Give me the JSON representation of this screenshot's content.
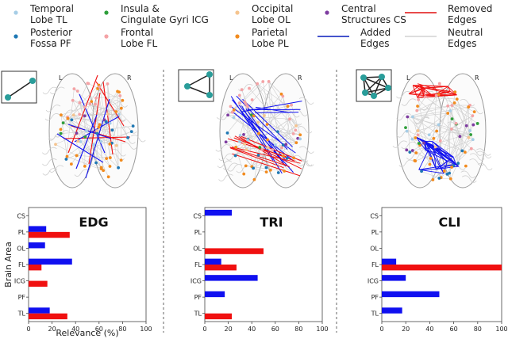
{
  "legend": {
    "items": [
      {
        "label_1": "Temporal",
        "label_2": "Lobe TL",
        "color": "#a6cde6",
        "kind": "dot"
      },
      {
        "label_1": "Insula &",
        "label_2": "Cingulate Gyri ICG",
        "color": "#2e9e3a",
        "kind": "dot"
      },
      {
        "label_1": "Occipital",
        "label_2": "Lobe OL",
        "color": "#f5c48f",
        "kind": "dot"
      },
      {
        "label_1": "Central",
        "label_2": "Structures CS",
        "color": "#7e3ca0",
        "kind": "dot"
      },
      {
        "label_1": "Removed",
        "label_2": "Edges",
        "color": "#e53030",
        "kind": "line"
      },
      {
        "label_1": "Posterior",
        "label_2": "Fossa PF",
        "color": "#1f78b4",
        "kind": "dot"
      },
      {
        "label_1": "Frontal",
        "label_2": "Lobe FL",
        "color": "#f4a3a6",
        "kind": "dot"
      },
      {
        "label_1": "Parietal",
        "label_2": "Lobe PL",
        "color": "#f28b1e",
        "kind": "dot"
      },
      {
        "label_1": "Added",
        "label_2": "Edges",
        "color": "#2b3cc4",
        "kind": "line"
      },
      {
        "label_1": "Neutral",
        "label_2": "Edges",
        "color": "#d8d8d8",
        "kind": "line"
      }
    ]
  },
  "brain_side_labels": {
    "left": "L",
    "right": "R"
  },
  "colors": {
    "added": "#1010f0",
    "removed": "#f01010",
    "motif": "#2a9d9a"
  },
  "chart_data": [
    {
      "type": "bar",
      "title": "EDG",
      "motif": "edge",
      "categories": [
        "TL",
        "PF",
        "ICG",
        "FL",
        "OL",
        "PL",
        "CS"
      ],
      "series": [
        {
          "color": "#1010f0",
          "values": [
            18,
            0,
            0,
            37,
            14,
            15,
            0
          ]
        },
        {
          "color": "#f01010",
          "values": [
            33,
            0,
            16,
            11,
            0,
            35,
            0
          ]
        }
      ],
      "xlim": [
        0,
        100
      ],
      "xticks": [
        "0",
        "20",
        "40",
        "60",
        "80",
        "100"
      ],
      "xlabel": "Relevance (%)",
      "ylabel": "Brain Area"
    },
    {
      "type": "bar",
      "title": "TRI",
      "motif": "triangle",
      "categories": [
        "TL",
        "PF",
        "ICG",
        "FL",
        "OL",
        "PL",
        "CS"
      ],
      "series": [
        {
          "color": "#1010f0",
          "values": [
            0,
            17,
            45,
            14,
            0,
            0,
            23
          ]
        },
        {
          "color": "#f01010",
          "values": [
            23,
            0,
            0,
            27,
            50,
            0,
            0
          ]
        }
      ],
      "xlim": [
        0,
        100
      ],
      "xticks": [
        "0",
        "20",
        "40",
        "60",
        "80",
        "100"
      ]
    },
    {
      "type": "bar",
      "title": "CLI",
      "motif": "clique",
      "categories": [
        "TL",
        "PF",
        "ICG",
        "FL",
        "OL",
        "PL",
        "CS"
      ],
      "series": [
        {
          "color": "#1010f0",
          "values": [
            17,
            48,
            20,
            12,
            0,
            0,
            0
          ]
        },
        {
          "color": "#f01010",
          "values": [
            0,
            0,
            0,
            100,
            0,
            0,
            0
          ]
        }
      ],
      "xlim": [
        0,
        100
      ],
      "xticks": [
        "0",
        "20",
        "40",
        "60",
        "80",
        "100"
      ]
    }
  ]
}
